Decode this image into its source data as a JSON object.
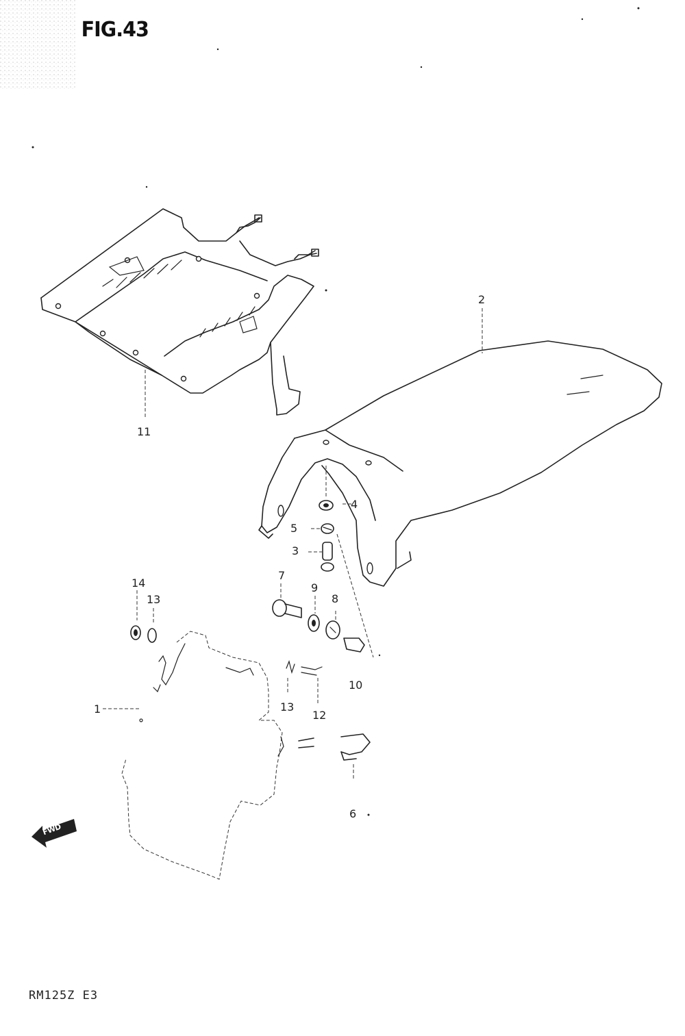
{
  "figure": {
    "title": "FIG.43",
    "model_code": "RM125Z E3",
    "forward_label": "FWD"
  },
  "callouts": [
    {
      "id": "c1",
      "text": "1"
    },
    {
      "id": "c2",
      "text": "2"
    },
    {
      "id": "c3",
      "text": "3"
    },
    {
      "id": "c4",
      "text": "4"
    },
    {
      "id": "c5",
      "text": "5"
    },
    {
      "id": "c6",
      "text": "6"
    },
    {
      "id": "c7",
      "text": "7"
    },
    {
      "id": "c8",
      "text": "8"
    },
    {
      "id": "c9",
      "text": "9"
    },
    {
      "id": "c10",
      "text": "10"
    },
    {
      "id": "c11",
      "text": "11"
    },
    {
      "id": "c12",
      "text": "12"
    },
    {
      "id": "c13a",
      "text": "13"
    },
    {
      "id": "c13b",
      "text": "13"
    },
    {
      "id": "c14",
      "text": "14"
    }
  ],
  "colors": {
    "ink": "#222222",
    "paper": "#ffffff"
  }
}
